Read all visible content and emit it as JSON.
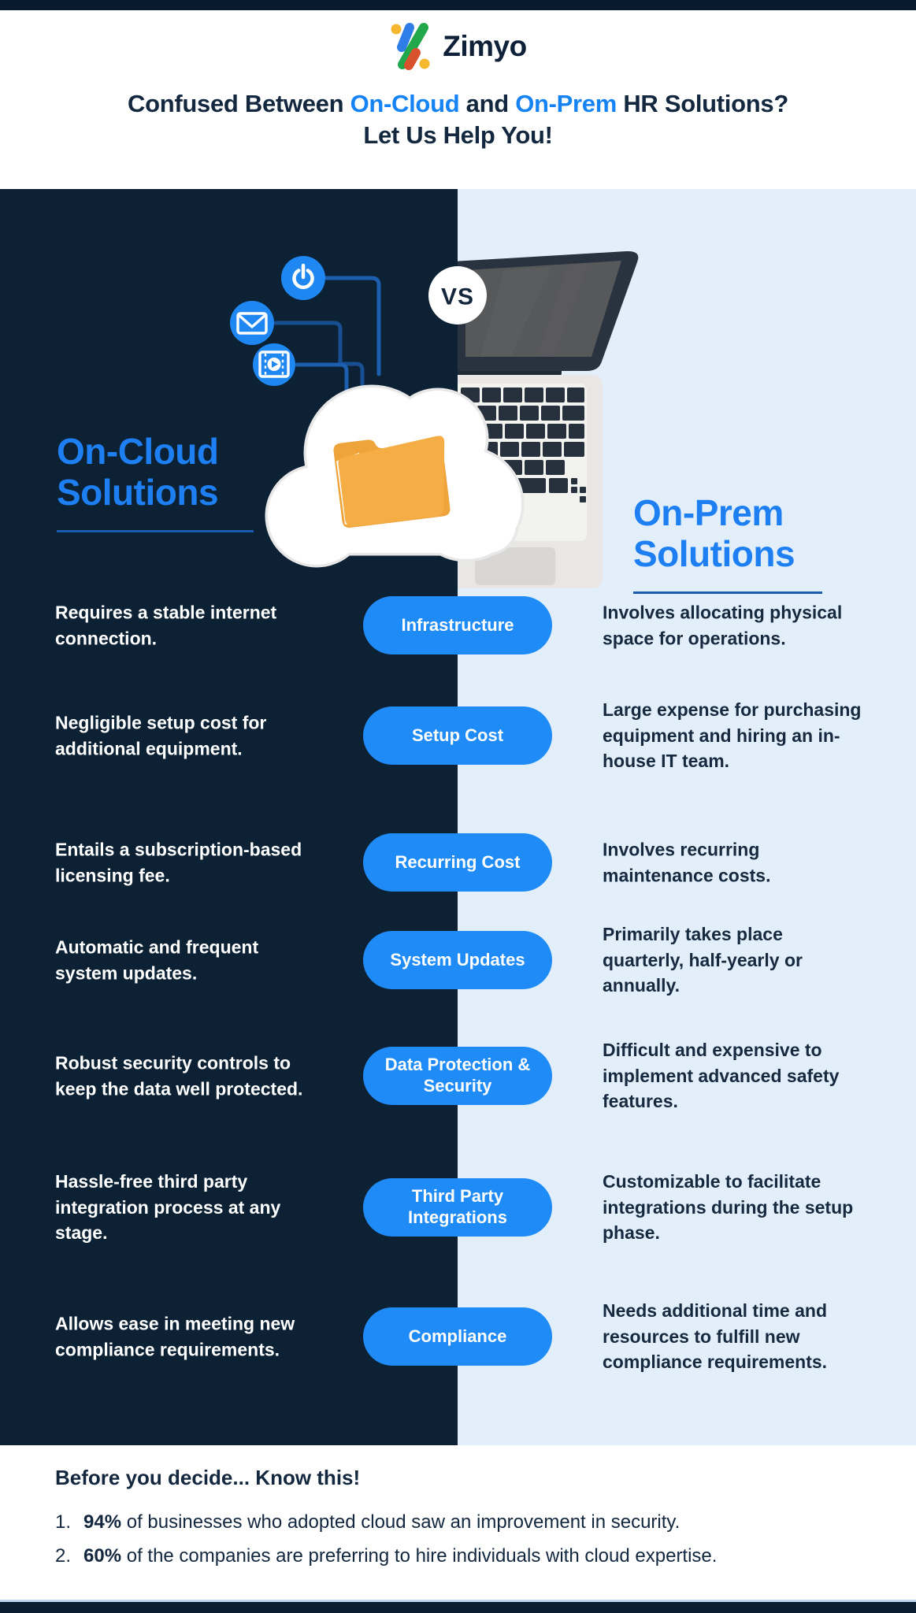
{
  "brand": {
    "name": "Zimyo"
  },
  "header": {
    "headline_part1": "Confused Between ",
    "headline_highlight1": "On-Cloud",
    "headline_middle": " and ",
    "headline_highlight2": "On-Prem",
    "headline_part2": " HR Solutions?",
    "headline_line2": "Let Us Help You!"
  },
  "hero": {
    "vs_label": "VS",
    "left_title_line1": "On-Cloud",
    "left_title_line2": "Solutions",
    "right_title_line1": "On-Prem",
    "right_title_line2": "Solutions",
    "icons": [
      "power-icon",
      "mail-icon",
      "video-icon",
      "cloud-folder-illustration",
      "laptop-illustration"
    ]
  },
  "rows": [
    {
      "left": "Requires a stable internet connection.",
      "pill": "Infrastructure",
      "right": "Involves allocating physical space for operations."
    },
    {
      "left": "Negligible setup cost for additional equipment.",
      "pill": "Setup Cost",
      "right": "Large expense for purchasing equipment and hiring an in-house IT team."
    },
    {
      "left": "Entails a subscription-based licensing fee.",
      "pill": "Recurring Cost",
      "right": "Involves recurring maintenance costs."
    },
    {
      "left": "Automatic and frequent system updates.",
      "pill": "System Updates",
      "right": "Primarily takes place quarterly, half-yearly or annually."
    },
    {
      "left": "Robust security controls to keep the data well protected.",
      "pill": "Data Protection & Security",
      "right": "Difficult and expensive to implement advanced safety features."
    },
    {
      "left": "Hassle-free third party integration process at any stage.",
      "pill": "Third Party Integrations",
      "right": "Customizable to facilitate integrations during the setup phase."
    },
    {
      "left": "Allows ease in meeting new compliance requirements.",
      "pill": "Compliance",
      "right": "Needs additional time and resources to fulfill new compliance requirements."
    }
  ],
  "note": {
    "heading": "Before you decide... Know this!",
    "items": [
      {
        "num": "1.",
        "stat": "94%",
        "text": " of businesses who adopted cloud saw an improvement in security."
      },
      {
        "num": "2.",
        "stat": "60%",
        "text": " of the companies are preferring to hire individuals with cloud expertise."
      }
    ]
  },
  "colors": {
    "dark_navy": "#0c2134",
    "bar_navy": "#081b2e",
    "light_blue_panel": "#e2effb",
    "pill_blue": "#1f8bf7",
    "title_blue": "#1d7ff2",
    "headline_accent": "#1583f4",
    "headline_text": "#13273f",
    "underline_blue": "#1c5cad",
    "folder_orange": "#f2a43c"
  }
}
